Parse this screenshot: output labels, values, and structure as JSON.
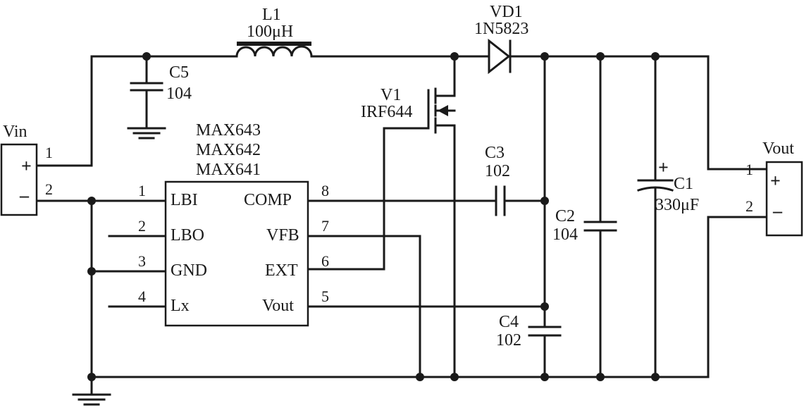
{
  "labels": {
    "l1_name": "L1",
    "l1_value": "100μH",
    "vd1_name": "VD1",
    "vd1_value": "1N5823",
    "c5_name": "C5",
    "c5_value": "104",
    "v1_name": "V1",
    "v1_value": "IRF644",
    "vin_label": "Vin",
    "vout_label": "Vout",
    "ic_name_1": "MAX643",
    "ic_name_2": "MAX642",
    "ic_name_3": "MAX641",
    "c3_name": "C3",
    "c3_value": "102",
    "c2_name": "C2",
    "c2_value": "104",
    "c1_name": "C1",
    "c1_value": "330μF",
    "c4_name": "C4",
    "c4_value": "102",
    "c1_plus": "+"
  },
  "vin_connector": {
    "pin1_num": "1",
    "pin2_num": "2",
    "plus": "+",
    "minus": "–"
  },
  "vout_connector": {
    "pin1_num": "1",
    "pin2_num": "2",
    "plus": "+",
    "minus": "–"
  },
  "ic": {
    "pins_left": [
      {
        "num": "1",
        "name": "LBI"
      },
      {
        "num": "2",
        "name": "LBO"
      },
      {
        "num": "3",
        "name": "GND"
      },
      {
        "num": "4",
        "name": "Lx"
      }
    ],
    "pins_right": [
      {
        "num": "8",
        "name": "COMP"
      },
      {
        "num": "7",
        "name": "VFB"
      },
      {
        "num": "6",
        "name": "EXT"
      },
      {
        "num": "5",
        "name": "Vout"
      }
    ]
  }
}
